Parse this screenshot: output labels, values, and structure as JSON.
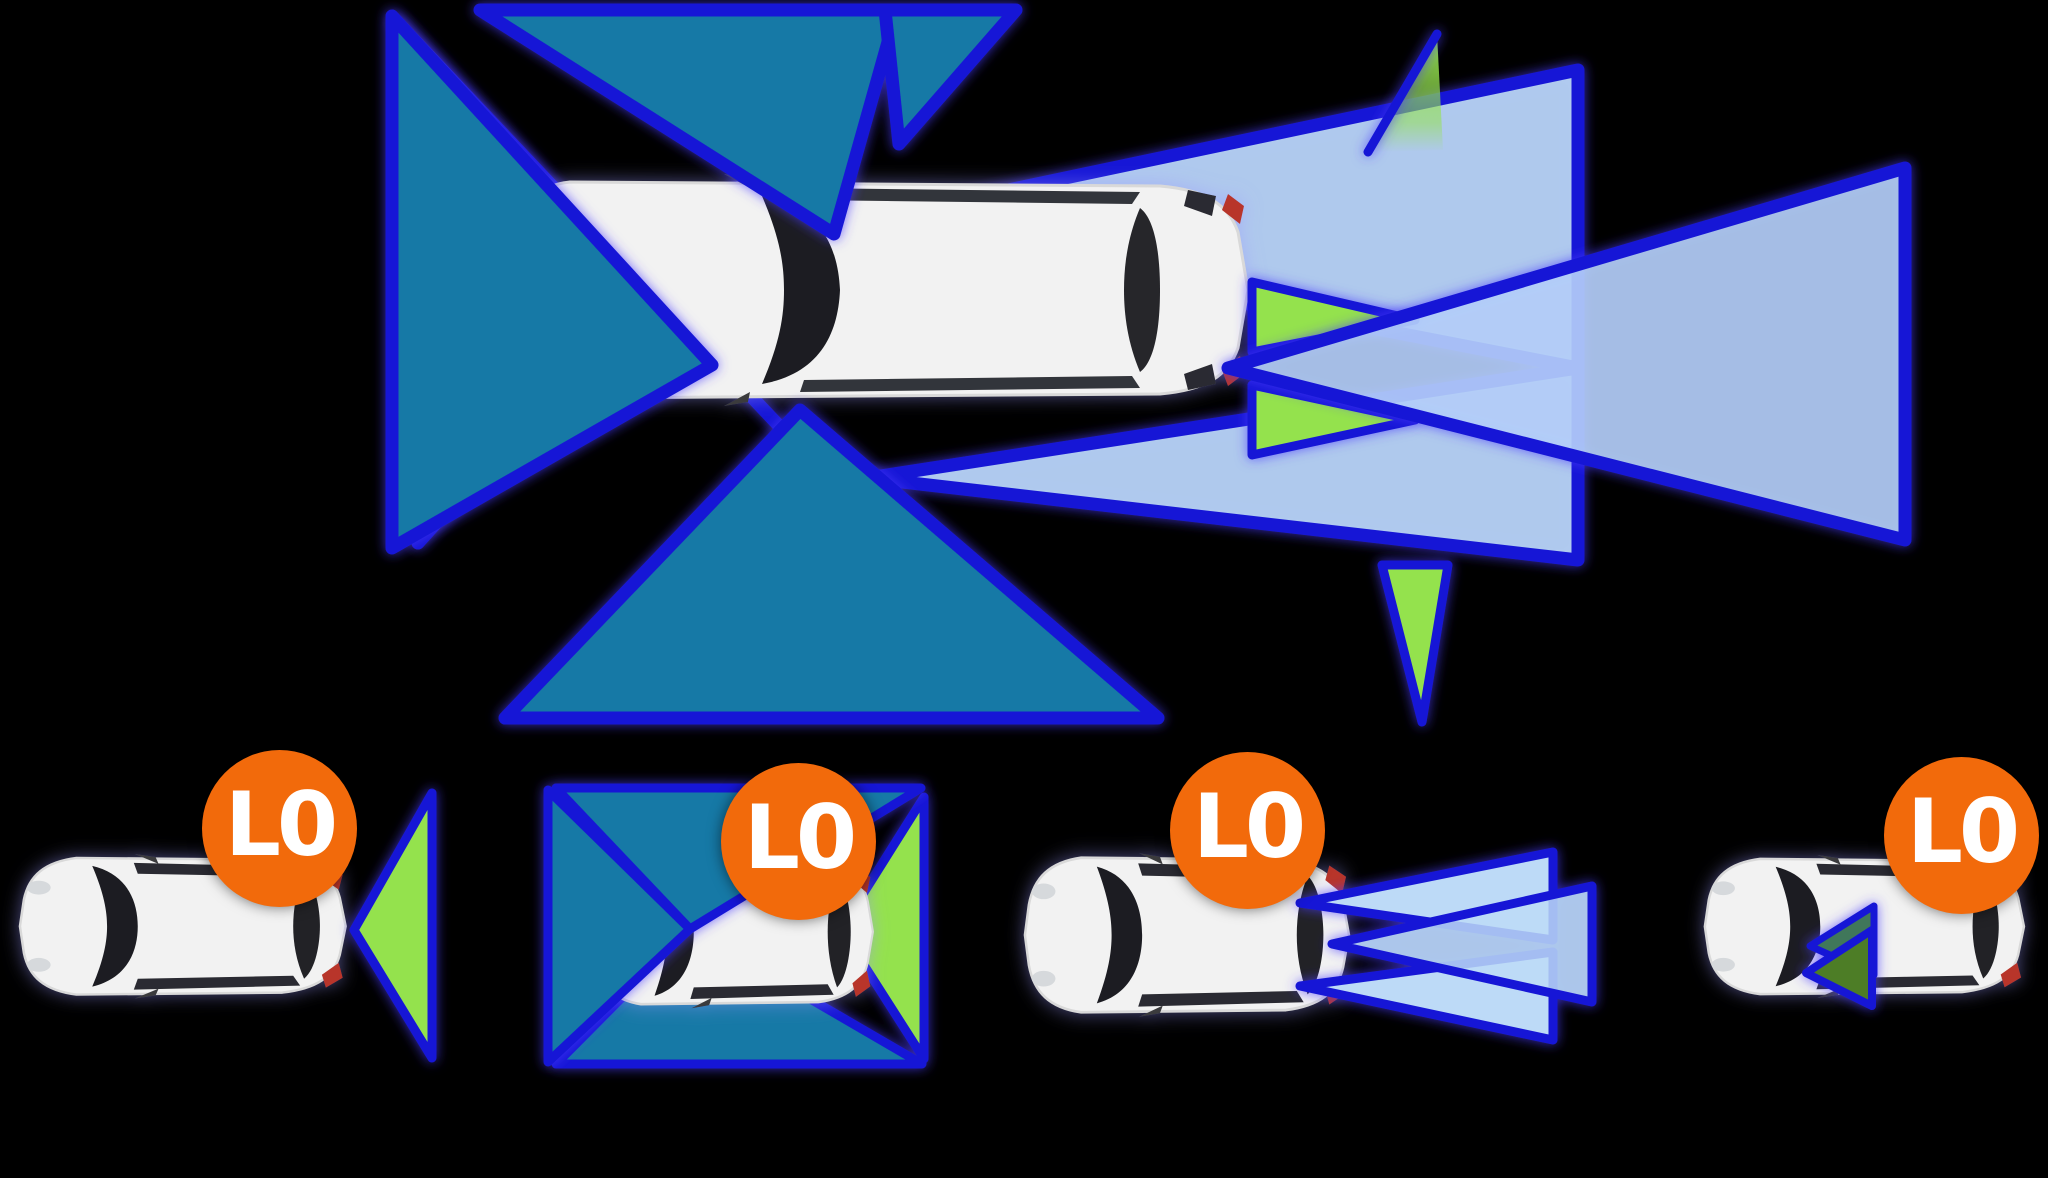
{
  "scene": {
    "name": "adas-sensor-coverage-diagram",
    "background": "#000000",
    "description_visible_text_only": true
  },
  "colors": {
    "scenebg": "#000000",
    "outline": "#1519D6",
    "teal": "#1279A6",
    "pale": "#BDDAF7",
    "green": "#94E24E",
    "darkgreen": "#4E7D28",
    "tealgreen": "#40775A",
    "orange": "#F26A0B",
    "carbody": "#F2F2F2",
    "glass": "#1C1D22",
    "taillight": "#B8352A"
  },
  "main_diagram": {
    "name": "main-vehicle-sensor-coverage",
    "car": "car-top-view-large",
    "cones": [
      {
        "name": "surround-left-cone",
        "color": "teal"
      },
      {
        "name": "surround-top-cone",
        "color": "teal"
      },
      {
        "name": "surround-top-right-cone",
        "color": "teal"
      },
      {
        "name": "surround-bottom-cone",
        "color": "teal"
      },
      {
        "name": "side-sliver-top-cone",
        "color": "green"
      },
      {
        "name": "side-sliver-bottom-cone",
        "color": "green"
      },
      {
        "name": "wide-rear-upper-cone",
        "color": "pale"
      },
      {
        "name": "wide-rear-lower-cone",
        "color": "pale"
      },
      {
        "name": "rear-corner-upper-cone",
        "color": "green"
      },
      {
        "name": "rear-corner-lower-cone",
        "color": "green"
      },
      {
        "name": "long-range-rear-cone",
        "color": "pale"
      }
    ]
  },
  "variants": [
    {
      "name": "variant-1-rear-proximity-cone",
      "badge": "L0",
      "cones": [
        "rear-proximity-cone"
      ]
    },
    {
      "name": "variant-2-surround-proximity",
      "badge": "L0",
      "cones": [
        "surround-left-cone",
        "surround-top-cone",
        "surround-bottom-cone",
        "rear-proximity-cone"
      ]
    },
    {
      "name": "variant-3-rear-long-range",
      "badge": "L0",
      "cones": [
        "wide-rear-upper-cone",
        "wide-rear-lower-cone",
        "long-range-rear-cone"
      ]
    },
    {
      "name": "variant-4-rear-marker",
      "badge": "L0",
      "cones": [
        "rear-marker-arrow",
        "rear-marker-arrow-back"
      ]
    }
  ]
}
